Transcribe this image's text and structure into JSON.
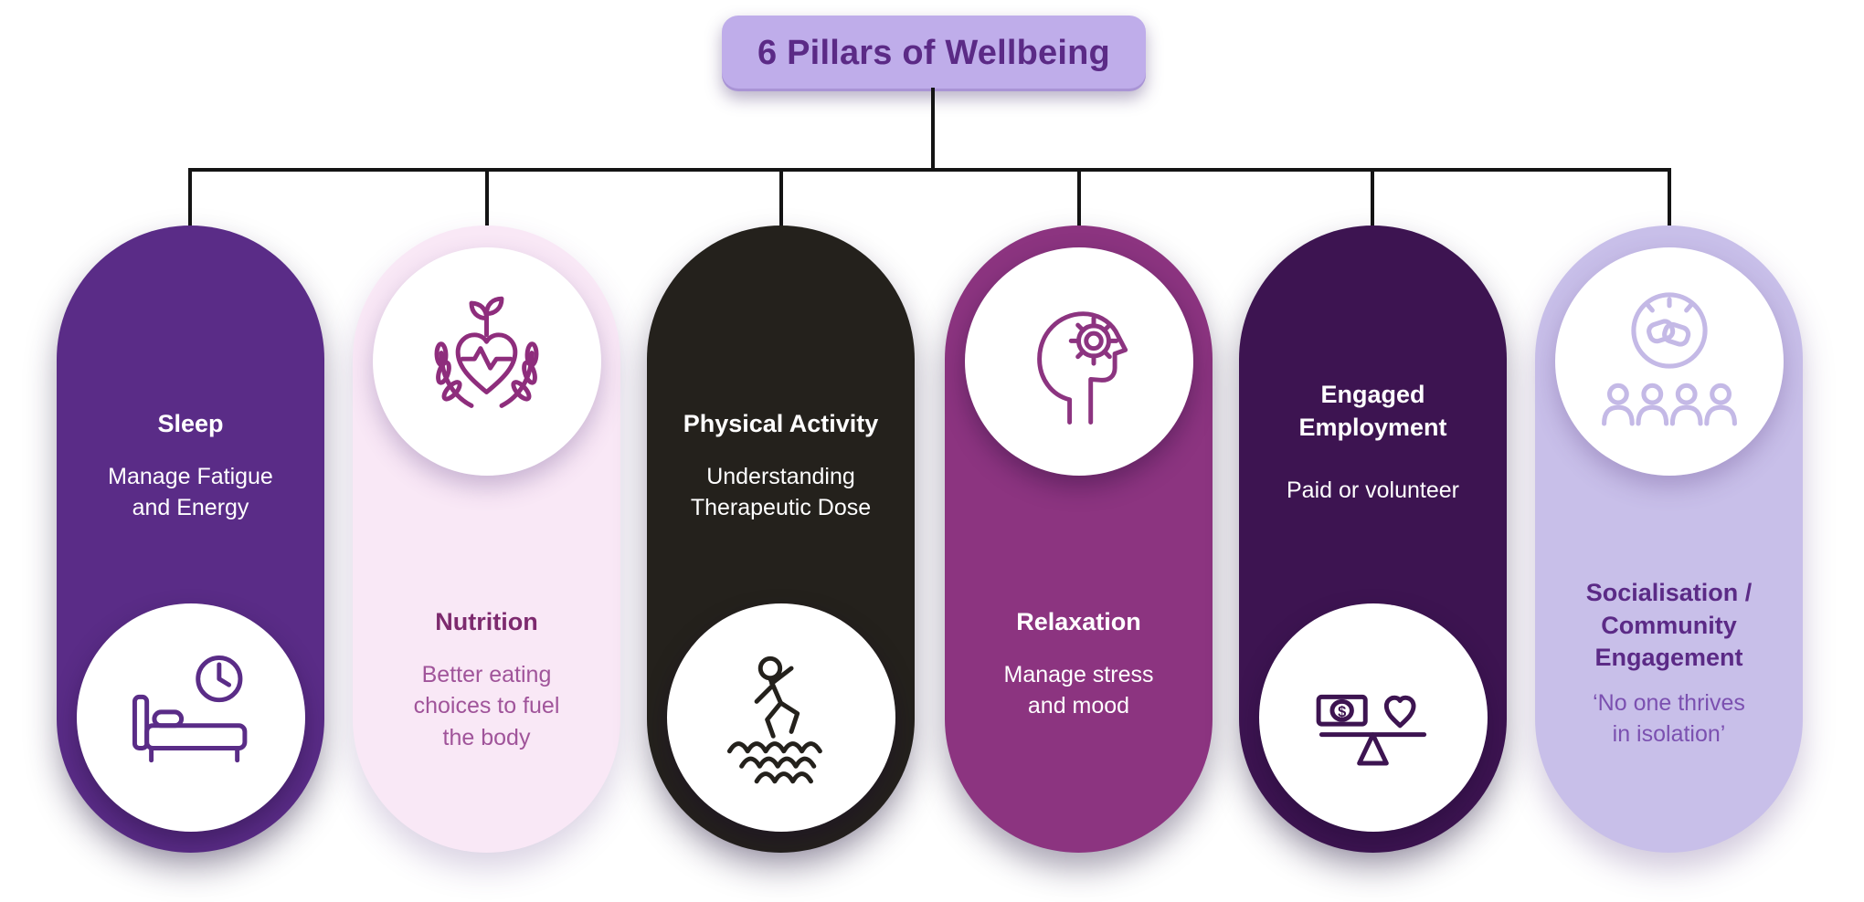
{
  "header": {
    "title": "6 Pillars of Wellbeing"
  },
  "colors": {
    "title_bg": "#bfadea",
    "title_text": "#5b2a86",
    "connector": "#141414",
    "canvas_bg": "#ffffff"
  },
  "pillars": [
    {
      "name": "sleep",
      "heading": "Sleep",
      "body": "Manage Fatigue\nand Energy",
      "icon": "bed-clock-icon",
      "bg": "#5a2c87",
      "text": "#ffffff"
    },
    {
      "name": "nutrition",
      "heading": "Nutrition",
      "body": "Better eating\nchoices to fuel\nthe body",
      "icon": "heart-sprout-laurel-icon",
      "bg": "#f9e8f6",
      "text": "#7d2a6e"
    },
    {
      "name": "physical-activity",
      "heading": "Physical Activity",
      "body": "Understanding\nTherapeutic Dose",
      "icon": "climbing-steps-icon",
      "bg": "#24211c",
      "text": "#ffffff"
    },
    {
      "name": "relaxation",
      "heading": "Relaxation",
      "body": "Manage stress\nand mood",
      "icon": "head-gear-icon",
      "bg": "#8c3480",
      "text": "#ffffff"
    },
    {
      "name": "engaged-employment",
      "heading": "Engaged\nEmployment",
      "body": "Paid or volunteer",
      "icon": "money-heart-balance-icon",
      "bg": "#3d1451",
      "text": "#ffffff"
    },
    {
      "name": "socialisation",
      "heading": "Socialisation /\nCommunity\nEngagement",
      "body": "‘No one thrives\nin isolation’",
      "icon": "community-handshake-icon",
      "bg": "#c8bfe9",
      "text": "#5b2a86"
    }
  ]
}
